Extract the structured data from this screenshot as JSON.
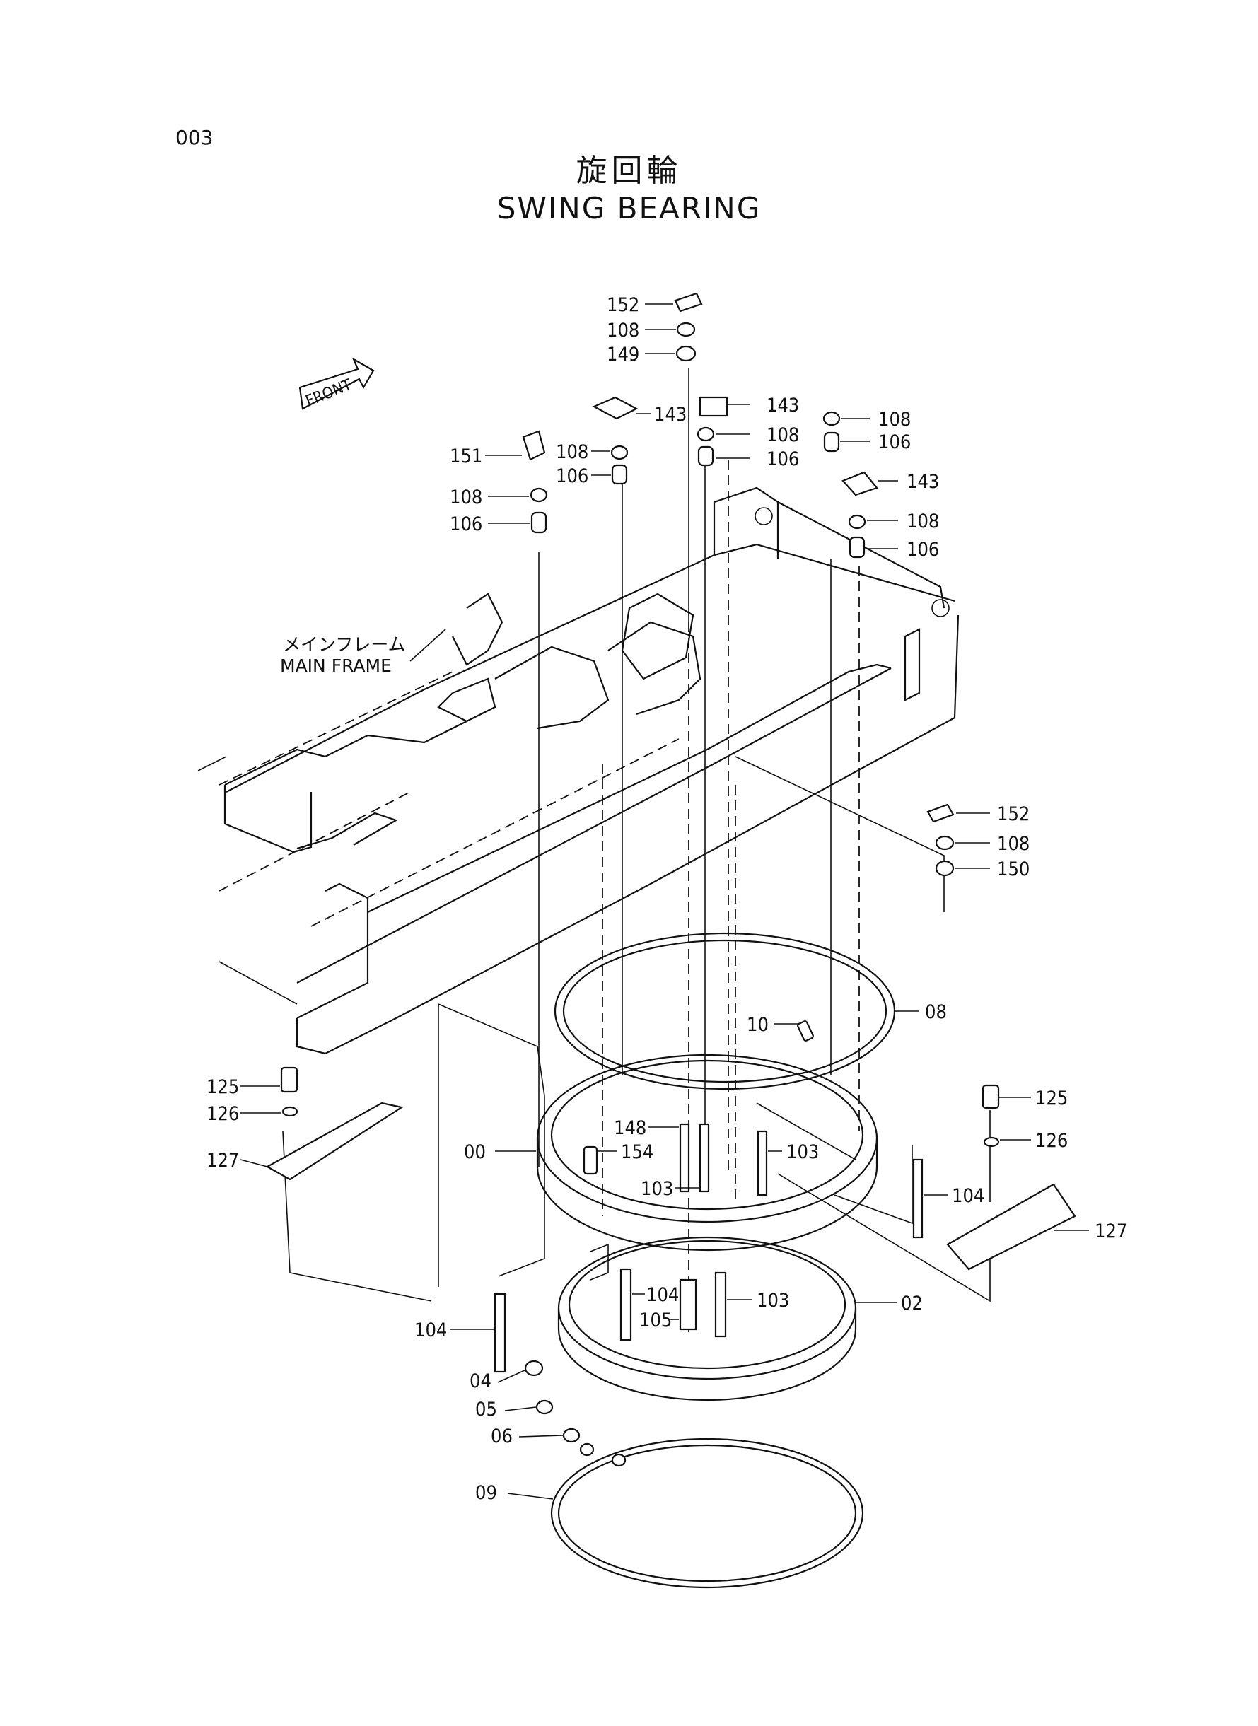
{
  "page": {
    "number": "003"
  },
  "title": {
    "japanese": "旋回輪",
    "english": "SWING BEARING"
  },
  "front_marker": "FRONT",
  "main_frame": {
    "japanese": "メインフレーム",
    "english": "MAIN FRAME"
  },
  "callouts": {
    "c152a": "152",
    "c108a": "108",
    "c149": "149",
    "c143a": "143",
    "c143b": "143",
    "c108b": "108",
    "c106b": "106",
    "c108c": "108",
    "c106c": "106",
    "c143c": "143",
    "c108d": "108",
    "c106d": "106",
    "c151": "151",
    "c108e": "108",
    "c106e": "106",
    "c108f": "108",
    "c106f": "106",
    "c152b": "152",
    "c108g": "108",
    "c150": "150",
    "c08": "08",
    "c10": "10",
    "c125a": "125",
    "c126a": "126",
    "c127a": "127",
    "c125b": "125",
    "c126b": "126",
    "c127b": "127",
    "c00": "00",
    "c148": "148",
    "c154": "154",
    "c103a": "103",
    "c103b": "103",
    "c104a": "104",
    "c104b": "104",
    "c104c": "104",
    "c105": "105",
    "c103c": "103",
    "c02": "02",
    "c04": "04",
    "c05": "05",
    "c06": "06",
    "c09": "09"
  }
}
